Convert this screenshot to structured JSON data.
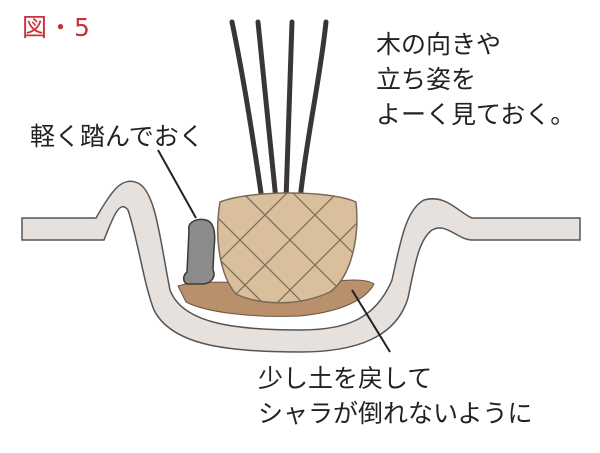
{
  "figure": {
    "label": "図・5"
  },
  "annotations": {
    "tree_orientation": [
      "木の向きや",
      "立ち姿を",
      "よーく見ておく。"
    ],
    "step_lightly": "軽く踏んでおく",
    "return_soil": [
      "少し土を戻して",
      "シャラが倒れないように"
    ]
  },
  "colors": {
    "figure_label": "#c8323a",
    "text": "#222222",
    "soil_outline": "#555555",
    "soil_band": "#e6e1dc",
    "root_ball": "#d9bf9c",
    "root_ball_lines": "#7a6a58",
    "soil_mound": "#b8906c",
    "trunks": "#3a3636",
    "boot": "#8b8b8b"
  }
}
